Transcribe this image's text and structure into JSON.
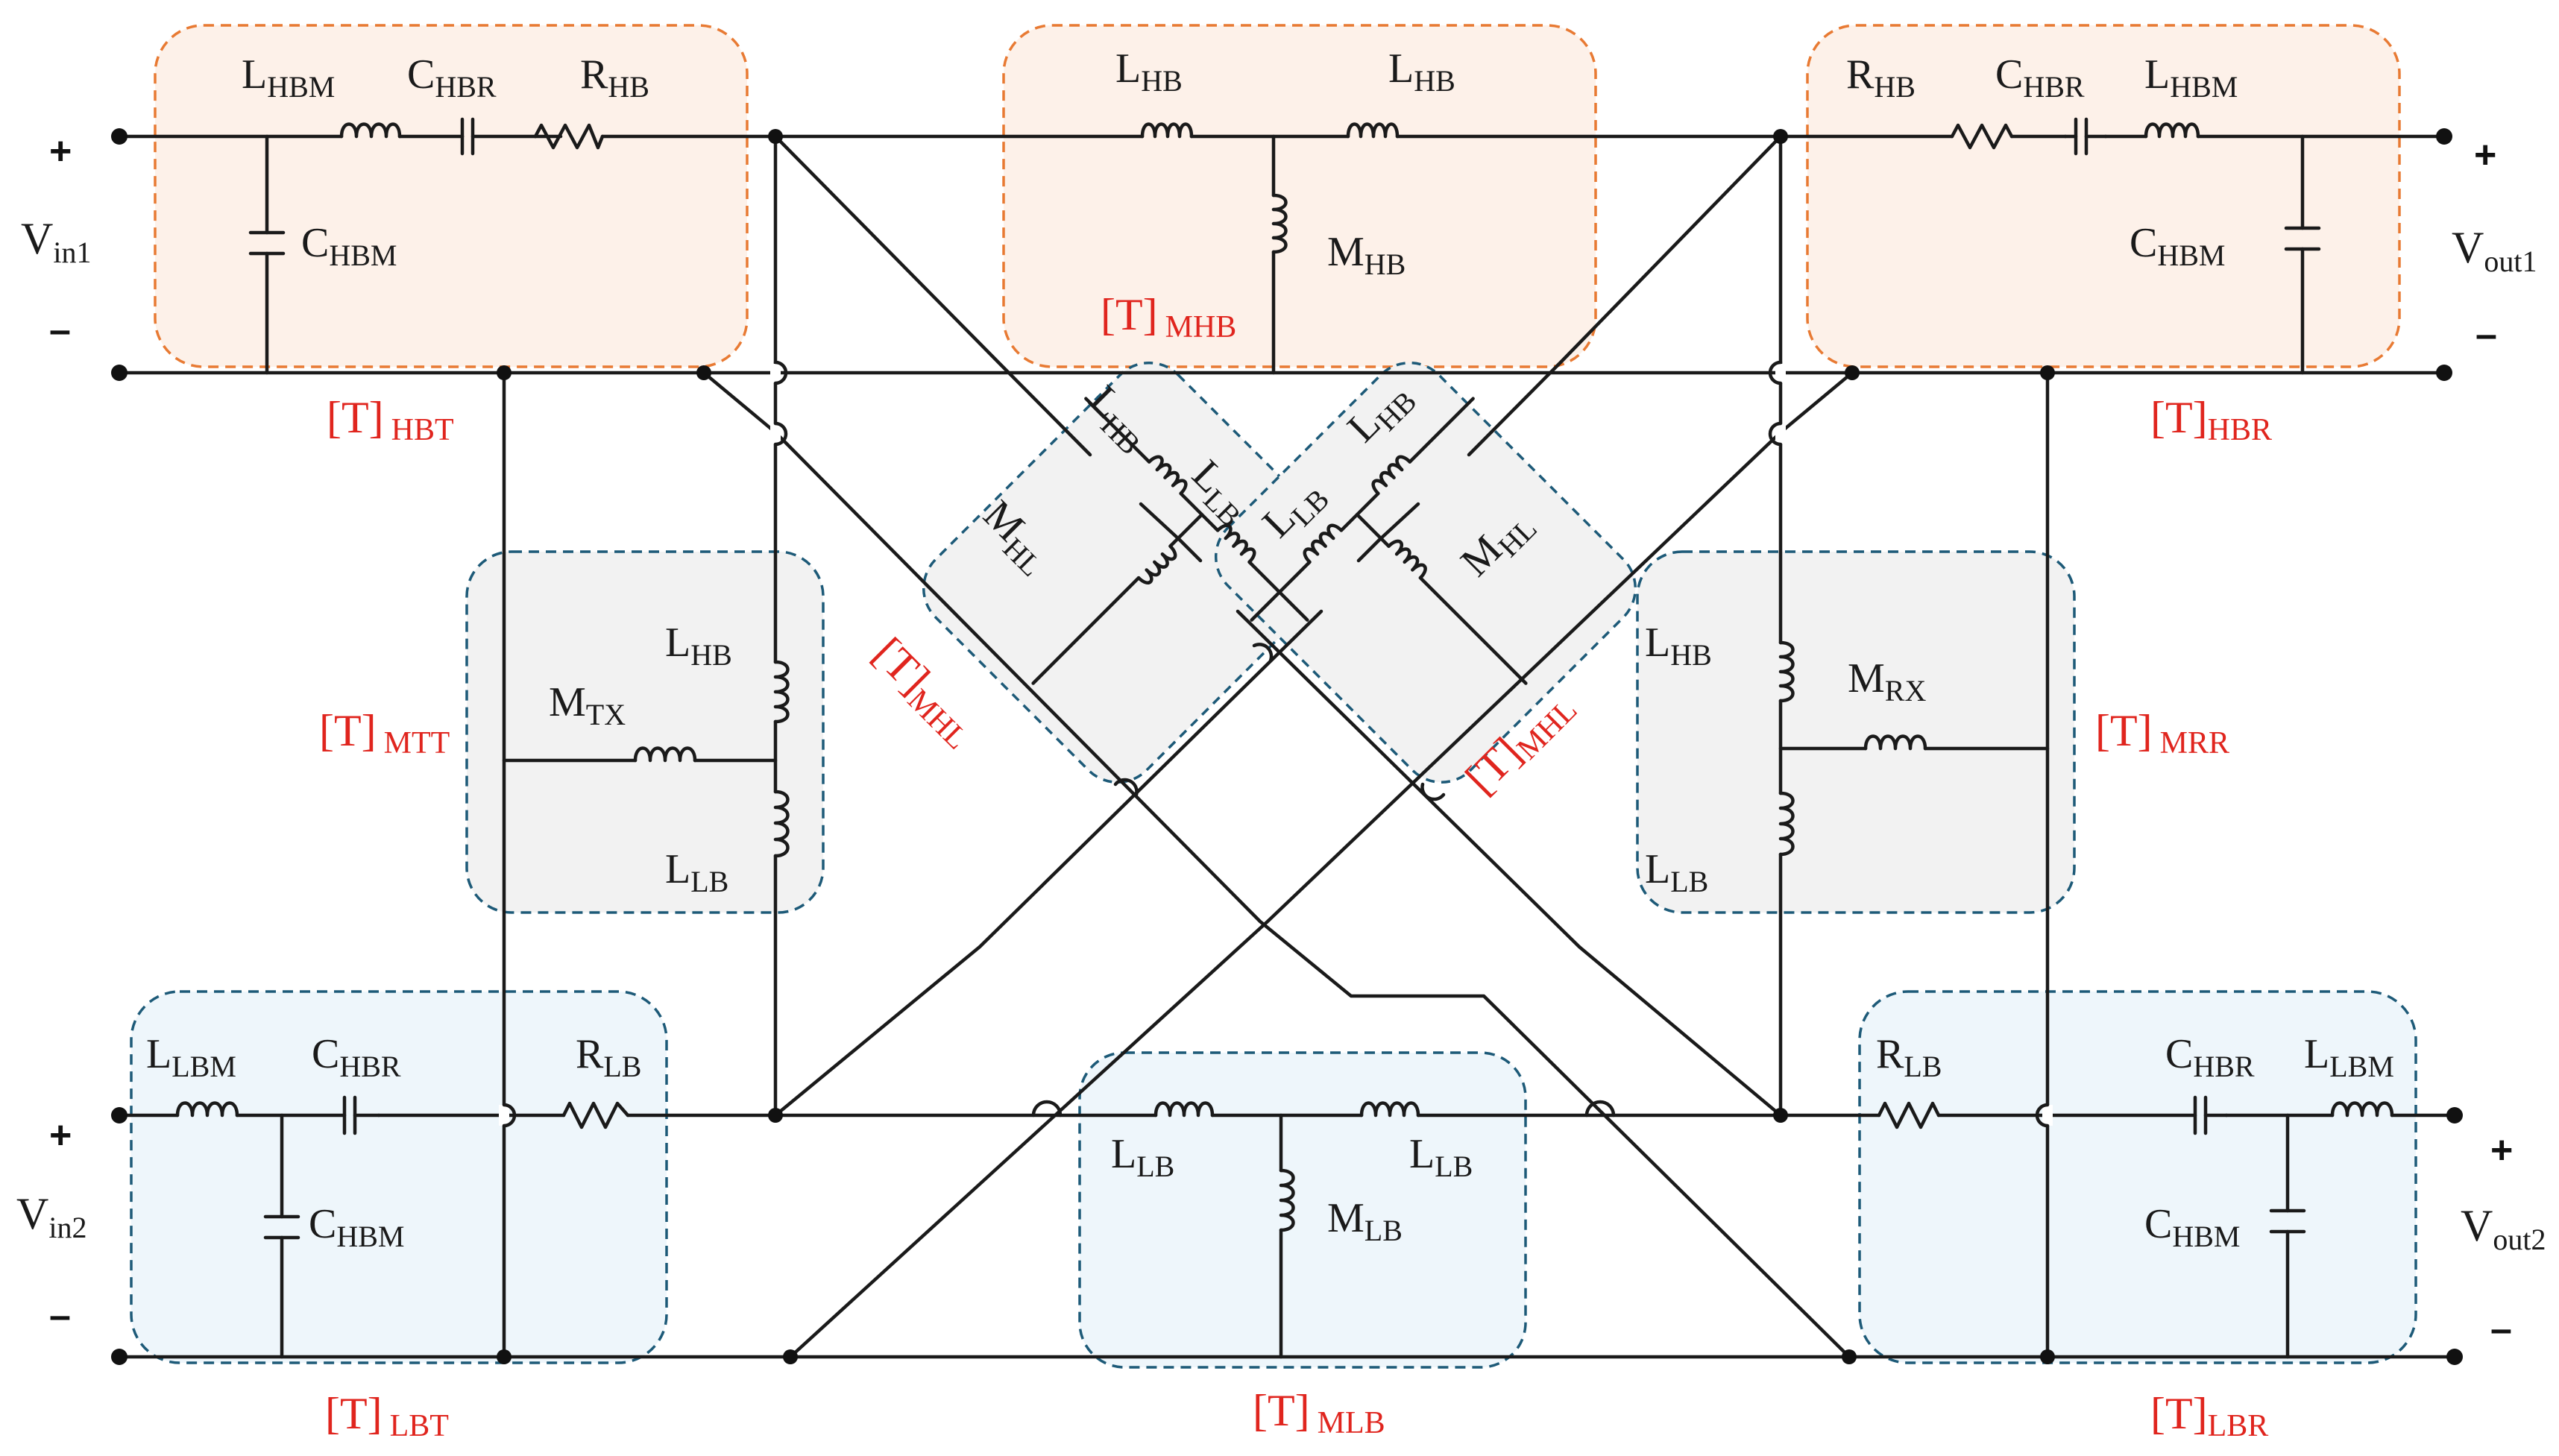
{
  "colors": {
    "wire": "#1a1a1a",
    "label": "#1a1a1a",
    "matrix_label": "#e0251e",
    "hb_box_fill": "#fdf1e9",
    "hb_box_stroke": "#e87a33",
    "lb_box_fill": "#eef6fb",
    "lb_box_stroke": "#1d5a78",
    "mid_box_fill": "#f2f2f2",
    "mid_box_stroke": "#1d5a78"
  },
  "ports": {
    "vin1": {
      "base": "V",
      "sub": "in1",
      "plus": "+",
      "minus": "–"
    },
    "vout1": {
      "base": "V",
      "sub": "out1",
      "plus": "+",
      "minus": "–"
    },
    "vin2": {
      "base": "V",
      "sub": "in2",
      "plus": "+",
      "minus": "–"
    },
    "vout2": {
      "base": "V",
      "sub": "out2",
      "plus": "+",
      "minus": "–"
    }
  },
  "matrices": {
    "hbt": {
      "base": "[T]",
      "sub": "HBT"
    },
    "mhb": {
      "base": "[T]",
      "sub": "MHB"
    },
    "hbr": {
      "base": "[T]",
      "sub": "HBR"
    },
    "mtt": {
      "base": "[T]",
      "sub": "MTT"
    },
    "mrr": {
      "base": "[T]",
      "sub": "MRR"
    },
    "mhl": {
      "base": "[T]",
      "sub": "MHL"
    },
    "lbt": {
      "base": "[T]",
      "sub": "LBT"
    },
    "mlb": {
      "base": "[T]",
      "sub": "MLB"
    },
    "lbr": {
      "base": "[T]",
      "sub": "LBR"
    }
  },
  "components": {
    "hbt": {
      "L_HBM": {
        "base": "L",
        "sub": "HBM"
      },
      "C_HBR": {
        "base": "C",
        "sub": "HBR"
      },
      "R_HB": {
        "base": "R",
        "sub": "HB"
      },
      "C_HBM": {
        "base": "C",
        "sub": "HBM"
      }
    },
    "mhb": {
      "L_HB_left": {
        "base": "L",
        "sub": "HB"
      },
      "L_HB_right": {
        "base": "L",
        "sub": "HB"
      },
      "M_HB": {
        "base": "M",
        "sub": "HB"
      }
    },
    "hbr": {
      "R_HB": {
        "base": "R",
        "sub": "HB"
      },
      "C_HBR": {
        "base": "C",
        "sub": "HBR"
      },
      "L_HBM": {
        "base": "L",
        "sub": "HBM"
      },
      "C_HBM": {
        "base": "C",
        "sub": "HBM"
      }
    },
    "mhl_left": {
      "L_HB": {
        "base": "L",
        "sub": "HB"
      },
      "L_LB": {
        "base": "L",
        "sub": "LB"
      },
      "M_HL": {
        "base": "M",
        "sub": "HL"
      }
    },
    "mhl_right": {
      "L_HB": {
        "base": "L",
        "sub": "HB"
      },
      "L_LB": {
        "base": "L",
        "sub": "LB"
      },
      "M_HL": {
        "base": "M",
        "sub": "HL"
      }
    },
    "mtt": {
      "L_HB": {
        "base": "L",
        "sub": "HB"
      },
      "M_TX": {
        "base": "M",
        "sub": "TX"
      },
      "L_LB": {
        "base": "L",
        "sub": "LB"
      }
    },
    "mrr": {
      "L_HB": {
        "base": "L",
        "sub": "HB"
      },
      "M_RX": {
        "base": "M",
        "sub": "RX"
      },
      "L_LB": {
        "base": "L",
        "sub": "LB"
      }
    },
    "lbt": {
      "L_LBM": {
        "base": "L",
        "sub": "LBM"
      },
      "C_HBR": {
        "base": "C",
        "sub": "HBR"
      },
      "R_LB": {
        "base": "R",
        "sub": "LB"
      },
      "C_HBM": {
        "base": "C",
        "sub": "HBM"
      }
    },
    "mlb": {
      "L_LB_left": {
        "base": "L",
        "sub": "LB"
      },
      "L_LB_right": {
        "base": "L",
        "sub": "LB"
      },
      "M_LB": {
        "base": "M",
        "sub": "LB"
      }
    },
    "lbr": {
      "R_LB": {
        "base": "R",
        "sub": "LB"
      },
      "C_HBR": {
        "base": "C",
        "sub": "HBR"
      },
      "L_LBM": {
        "base": "L",
        "sub": "LBM"
      },
      "C_HBM": {
        "base": "C",
        "sub": "HBM"
      }
    }
  }
}
